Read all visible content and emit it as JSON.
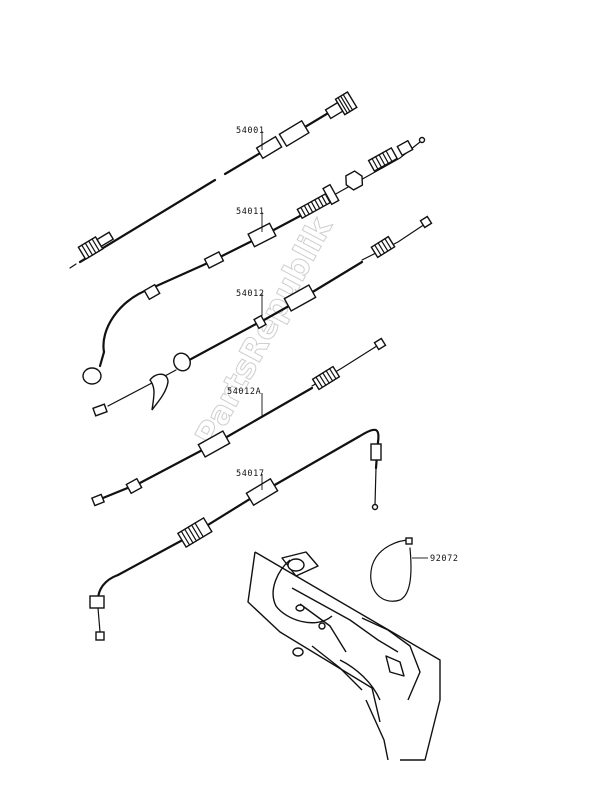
{
  "watermark": "PartsRepublik",
  "parts": [
    {
      "number": "54001"
    },
    {
      "number": "54011"
    },
    {
      "number": "54012"
    },
    {
      "number": "54012A"
    },
    {
      "number": "54017"
    },
    {
      "number": "92072"
    }
  ]
}
